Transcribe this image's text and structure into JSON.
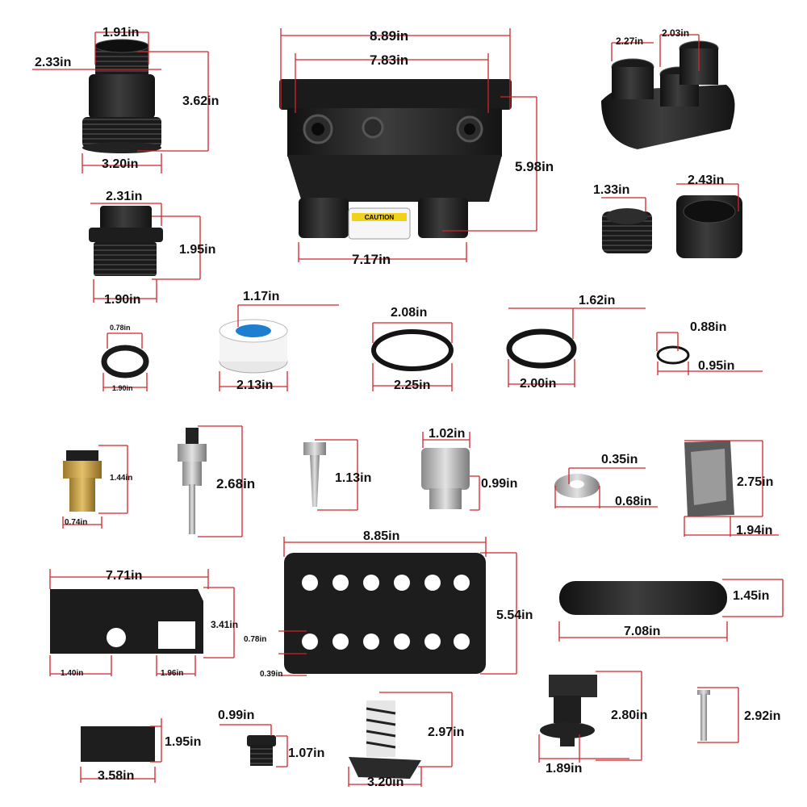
{
  "colors": {
    "dimension_line": "#d0262b",
    "part_dark": "#1c1c1c",
    "part_mid": "#3a3a3a",
    "brass": "#c9a24a",
    "steel": "#b8b8b8",
    "tape_blue": "#1e7fd1",
    "label_yellow": "#f1d21a"
  },
  "labels": {
    "caution": "CAUTION"
  },
  "parts": [
    {
      "name": "threaded-union-adapter",
      "dims": [
        "1.91in",
        "2.33in",
        "3.62in",
        "3.20in"
      ]
    },
    {
      "name": "manifold-housing",
      "dims": [
        "8.89in",
        "7.83in",
        "5.98in",
        "7.17in"
      ]
    },
    {
      "name": "three-port-manifold",
      "dims": [
        "2.27in",
        "2.03in"
      ]
    },
    {
      "name": "check-valve-cap",
      "dims": [
        "2.31in",
        "1.95in",
        "1.90in"
      ]
    },
    {
      "name": "threaded-plug",
      "dims": [
        "1.33in"
      ]
    },
    {
      "name": "threaded-cap",
      "dims": [
        "2.43in"
      ]
    },
    {
      "name": "small-o-ring",
      "dims": [
        "0.78in",
        "1.90in"
      ]
    },
    {
      "name": "thread-seal-tape",
      "dims": [
        "1.17in",
        "2.13in"
      ]
    },
    {
      "name": "large-o-ring",
      "dims": [
        "2.08in",
        "2.25in"
      ]
    },
    {
      "name": "medium-o-ring",
      "dims": [
        "1.62in",
        "2.00in"
      ]
    },
    {
      "name": "thin-o-ring",
      "dims": [
        "0.88in",
        "0.95in"
      ]
    },
    {
      "name": "brass-sensor",
      "dims": [
        "1.44in",
        "0.74in"
      ]
    },
    {
      "name": "temperature-probe",
      "dims": [
        "2.68in"
      ]
    },
    {
      "name": "hex-screw",
      "dims": [
        "1.13in"
      ]
    },
    {
      "name": "drain-plug",
      "dims": [
        "1.02in",
        "0.99in"
      ]
    },
    {
      "name": "flat-washer",
      "dims": [
        "0.35in",
        "0.68in"
      ]
    },
    {
      "name": "grease-packet",
      "dims": [
        "2.75in",
        "1.94in"
      ]
    },
    {
      "name": "gasket-plate",
      "dims": [
        "8.85in",
        "5.54in",
        "0.78in",
        "0.39in"
      ]
    },
    {
      "name": "mounting-bracket",
      "dims": [
        "7.71in",
        "3.41in",
        "1.40in",
        "1.96in"
      ]
    },
    {
      "name": "rubber-handle",
      "dims": [
        "1.45in",
        "7.08in"
      ]
    },
    {
      "name": "slide-clip",
      "dims": [
        "1.95in",
        "3.58in"
      ]
    },
    {
      "name": "small-plug",
      "dims": [
        "0.99in",
        "1.07in"
      ]
    },
    {
      "name": "spring-valve",
      "dims": [
        "2.97in",
        "3.20in"
      ]
    },
    {
      "name": "pressure-switch",
      "dims": [
        "2.80in",
        "1.89in"
      ]
    },
    {
      "name": "pin-bolt",
      "dims": [
        "2.92in"
      ]
    }
  ]
}
